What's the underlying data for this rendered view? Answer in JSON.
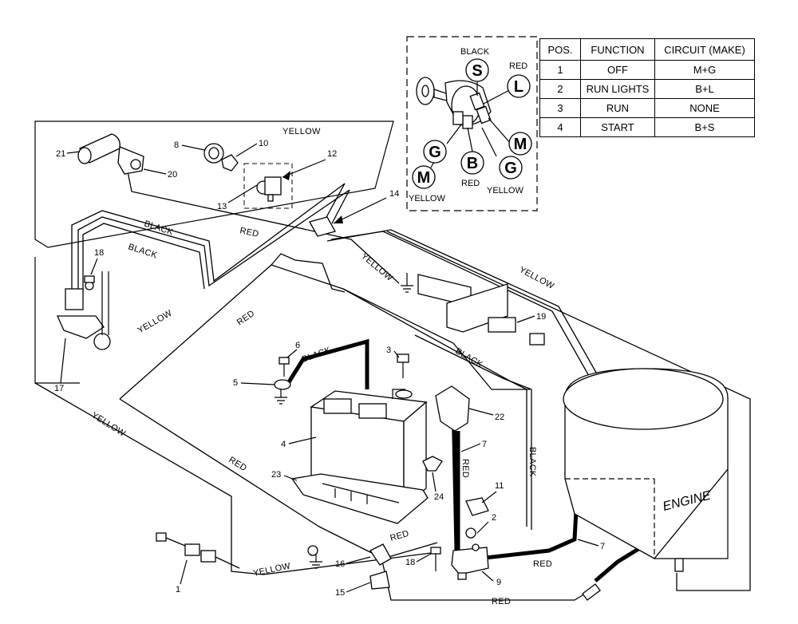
{
  "table": {
    "headers": [
      "POS.",
      "FUNCTION",
      "CIRCUIT (MAKE)"
    ],
    "rows": [
      [
        "1",
        "OFF",
        "M+G"
      ],
      [
        "2",
        "RUN LIGHTS",
        "B+L"
      ],
      [
        "3",
        "RUN",
        "NONE"
      ],
      [
        "4",
        "START",
        "B+S"
      ]
    ]
  },
  "switch_detail": {
    "terminals": [
      "S",
      "L",
      "M",
      "G",
      "B",
      "G",
      "M"
    ],
    "wire_labels": [
      "BLACK",
      "RED",
      "YELLOW",
      "RED",
      "YELLOW"
    ]
  },
  "wire_labels": {
    "yellow_top": "YELLOW",
    "black_1": "BLACK",
    "black_2": "BLACK",
    "red_top": "RED",
    "yellow_ground": "YELLOW",
    "yellow_right": "YELLOW",
    "yellow_left": "YELLOW",
    "red_mid": "RED",
    "black_mid": "BLACK",
    "black_battery": "BLACK",
    "yellow_lower": "YELLOW",
    "red_left": "RED",
    "red_cable": "RED",
    "black_engine": "BLACK",
    "red_bottom_1": "RED",
    "red_bottom_2": "RED",
    "red_bottom_3": "RED",
    "yellow_bottom": "YELLOW"
  },
  "engine_label": "ENGINE",
  "part_numbers": [
    "1",
    "2",
    "3",
    "4",
    "5",
    "6",
    "7",
    "7",
    "8",
    "9",
    "10",
    "11",
    "12",
    "13",
    "14",
    "15",
    "16",
    "17",
    "18",
    "18",
    "19",
    "20",
    "21",
    "22",
    "23",
    "24"
  ]
}
